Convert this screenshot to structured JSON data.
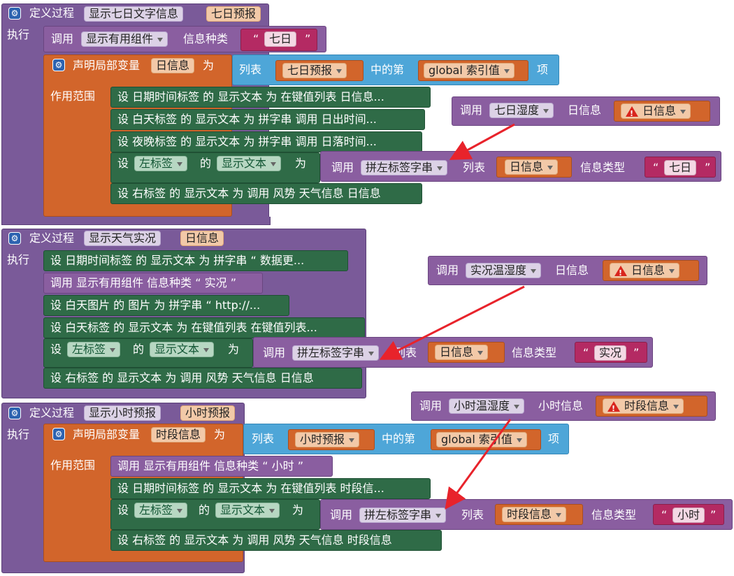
{
  "labels": {
    "define": "定义过程",
    "execute": "执行",
    "call": "调用",
    "set": "设",
    "declare": "声明局部变量",
    "be": "为",
    "scope": "作用范围",
    "list": "列表",
    "nth": "中的第",
    "item": "项",
    "of": "的",
    "info_type": "信息类型",
    "text_value": "显示文本",
    "index_var": "global 索引值"
  },
  "proc1": {
    "name": "显示七日文字信息",
    "param": "七日预报",
    "call_comp": "显示有用组件",
    "call_kind_label": "信息种类",
    "call_kind_value": "七日",
    "local_var": "日信息",
    "list_value": "七日预报",
    "sets": [
      "设 日期时间标签 的 显示文本 为 在键值列表 日信息...",
      "设 白天标签 的 显示文本 为 拼字串 调用 日出时间...",
      "设 夜晚标签 的 显示文本 为 拼字串 调用 日落时间...",
      "设 右标签 的 显示文本 为 调用 风势 天气信息 日信息"
    ],
    "left_label": "左标签",
    "call_fn": "拼左标签字串",
    "arg": "日信息",
    "type_value": "七日",
    "float_proc": "七日湿度",
    "float_arg_label": "日信息",
    "float_arg": "日信息"
  },
  "proc2": {
    "name": "显示天气实况",
    "param": "日信息",
    "sets": [
      "设 日期时间标签 的 显示文本 为 拼字串 “ 数据更...",
      "调用 显示有用组件 信息种类 “ 实况 ”",
      "设 白天图片 的 图片 为 拼字串 “ http://...",
      "设 白天标签 的 显示文本 为 在键值列表 在键值列表...",
      "设 右标签 的 显示文本 为 调用 风势 天气信息 日信息"
    ],
    "left_label": "左标签",
    "call_fn": "拼左标签字串",
    "arg": "日信息",
    "type_value": "实况",
    "float_proc": "实况温湿度",
    "float_arg_label": "日信息",
    "float_arg": "日信息"
  },
  "proc3": {
    "name": "显示小时预报",
    "param": "小时预报",
    "local_var": "时段信息",
    "list_value": "小时预报",
    "sets": [
      "调用 显示有用组件 信息种类 “ 小时 ”",
      "设 日期时间标签 的 显示文本 为 在键值列表 时段信...",
      "设 右标签 的 显示文本 为 调用 风势 天气信息 时段信息"
    ],
    "left_label": "左标签",
    "call_fn": "拼左标签字串",
    "arg": "时段信息",
    "type_value": "小时",
    "float_proc": "小时温湿度",
    "float_arg_label": "小时信息",
    "float_arg": "时段信息"
  },
  "icons": {
    "gear": "gear-icon",
    "warning": "warning-icon",
    "dropdown": "dropdown-icon",
    "arrow": "red-arrow"
  },
  "colors": {
    "procedure": "#7a5a99",
    "call": "#8a5ea0",
    "variable": "#d2652b",
    "list": "#4ea6d8",
    "setter": "#2f6b47",
    "text": "#b42a63",
    "arrow": "#e8232b"
  }
}
